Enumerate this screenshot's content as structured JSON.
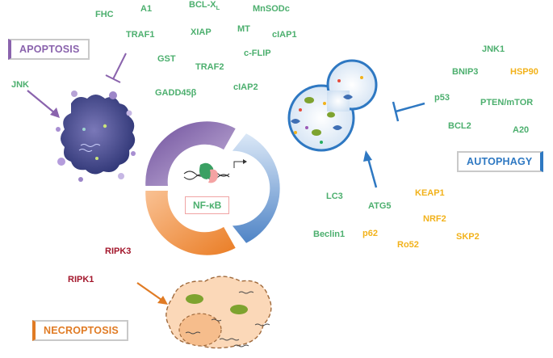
{
  "pathways": {
    "apoptosis": "APOPTOSIS",
    "autophagy": "AUTOPHAGY",
    "necroptosis": "NECROPTOSIS"
  },
  "center": {
    "label": "NF-κB"
  },
  "genes": {
    "fhc": "FHC",
    "a1": "A1",
    "bclxl": "BCL-X",
    "bclxl_sub": "L",
    "mnsodc": "MnSODc",
    "traf1": "TRAF1",
    "xiap": "XIAP",
    "mt": "MT",
    "ciap1": "cIAP1",
    "gst": "GST",
    "traf2": "TRAF2",
    "cflip": "c-FLIP",
    "gadd45b": "GADD45β",
    "ciap2": "cIAP2",
    "jnk_left": "JNK",
    "jnk1": "JNK1",
    "bnip3": "BNIP3",
    "hsp90": "HSP90",
    "p53": "p53",
    "pten_mtor": "PTEN/mTOR",
    "bcl2": "BCL2",
    "a20": "A20",
    "lc3": "LC3",
    "atg5": "ATG5",
    "beclin1": "Beclin1",
    "p62": "p62",
    "keap1": "KEAP1",
    "nrf2": "NRF2",
    "ro52": "Ro52",
    "skp2": "SKP2",
    "ripk3": "RIPK3",
    "ripk1": "RIPK1"
  },
  "colors": {
    "green": "#4caf6e",
    "yellow": "#f2b21b",
    "dark_red": "#a3162b",
    "apoptosis": "#8a63ad",
    "autophagy": "#2e78c2",
    "necroptosis": "#e07b24"
  }
}
